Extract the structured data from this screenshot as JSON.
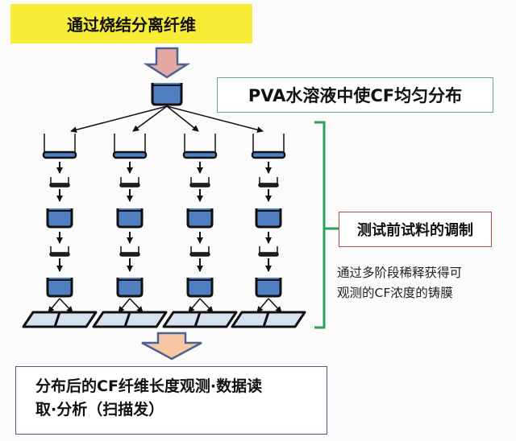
{
  "title": "通过烧结分离纤维",
  "step_dispersion": "PVA水溶液中使CF均匀分布",
  "step_preparation": "测试前试料的调制",
  "preparation_note_line1": "通过多阶段稀释获得可",
  "preparation_note_line2": "观测的CF浓度的铸膜",
  "result_line1": "分布后的CF纤维长度观测·数据读",
  "result_line2": "取·分析（扫描发）",
  "diagram": {
    "branch_count": 4,
    "dilution_stages": [
      "large-beaker",
      "small-beaker",
      "filled-beaker",
      "small-beaker",
      "filled-beaker",
      "cast-film"
    ]
  },
  "colors": {
    "title_bg": "#f7ec36",
    "liquid": "#4f7fc1",
    "film": "#d6e2f0",
    "top_arrow_fill": "#e6a8a3",
    "bottom_arrow_fill": "#f7c7a3",
    "arrow_stroke": "#4a6392",
    "bracket": "#2f9e5d",
    "pva_border": "#6aab7d",
    "prep_border": "#b94a4a",
    "result_border": "#4a5f80"
  }
}
